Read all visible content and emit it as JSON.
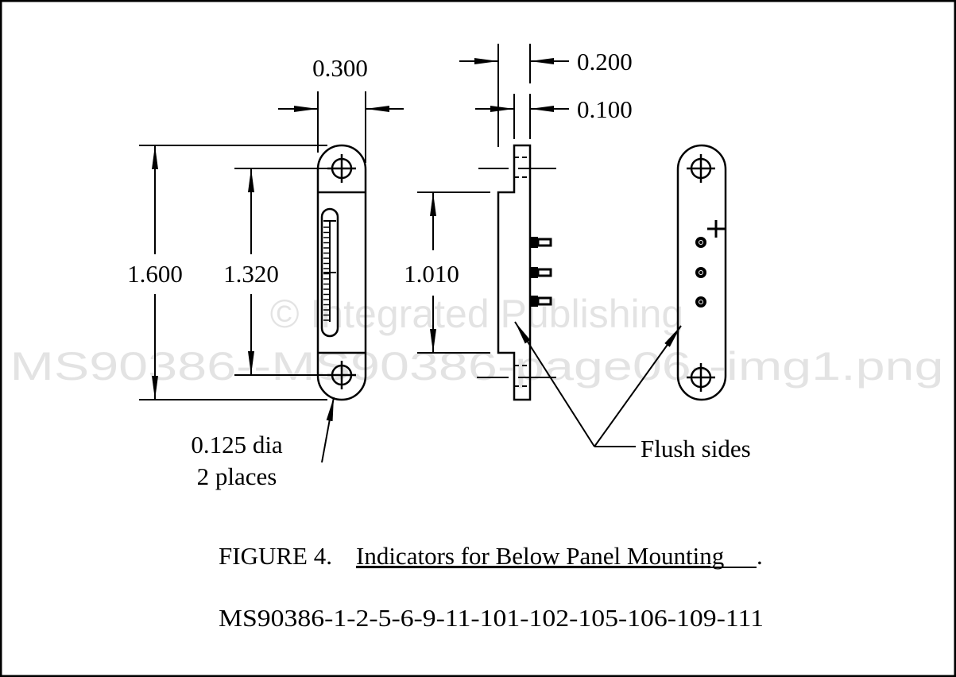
{
  "dimensions": {
    "width_top": "0.300",
    "overall_height": "1.600",
    "hole_spacing": "1.320",
    "body_height": "1.010",
    "side_thickness": "0.200",
    "flange_thickness": "0.100",
    "hole_note_line1": "0.125 dia",
    "hole_note_line2": "2 places"
  },
  "callouts": {
    "flush_sides": "Flush sides"
  },
  "caption": {
    "figure_label": "FIGURE 4.",
    "figure_title": "Indicators for Below Panel Mounting",
    "title_period": ".",
    "part_numbers": "MS90386-1-2-5-6-9-11-101-102-105-106-109-111"
  },
  "watermark": {
    "line1": "© Integrated Publishing",
    "line2": "MS90386--MS90386-page06--img1.png"
  }
}
